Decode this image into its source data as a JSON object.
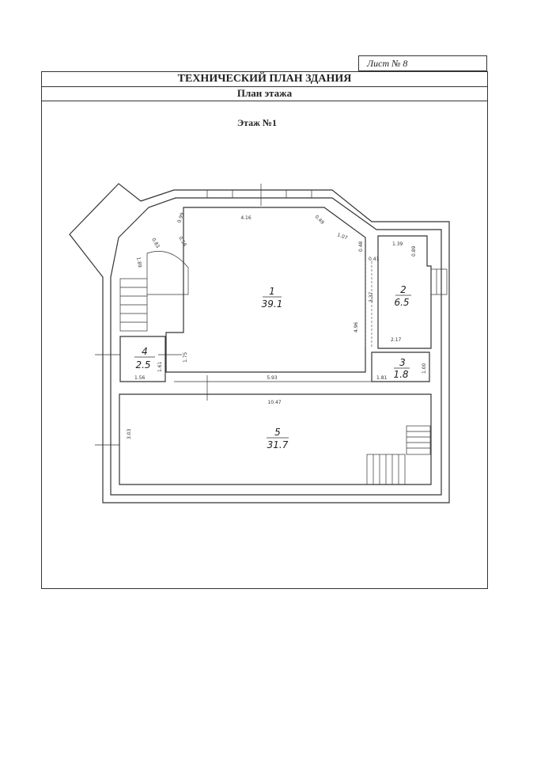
{
  "header": {
    "sheet_label": "Лист № 8",
    "title": "ТЕХНИЧЕСКИЙ ПЛАН ЗДАНИЯ",
    "subtitle": "План этажа"
  },
  "plan": {
    "floor_label": "Этаж №1",
    "rooms": [
      {
        "number": "1",
        "area": "39.1"
      },
      {
        "number": "2",
        "area": "6.5"
      },
      {
        "number": "3",
        "area": "1.8"
      },
      {
        "number": "4",
        "area": "2.5"
      },
      {
        "number": "5",
        "area": "31.7"
      }
    ],
    "dimensions": {
      "d416": "4.16",
      "d099": "0.99",
      "d058": "0.58",
      "d049": "0.49",
      "d107": "1.07",
      "d189": "1.89",
      "d083": "0.83",
      "d048": "0.48",
      "d041": "0.41",
      "d139": "1.39",
      "d089": "0.89",
      "d337": "3.37",
      "d496": "4.96",
      "d217": "2.17",
      "d175": "1.75",
      "d161": "1.61",
      "d156": "1.56",
      "d593": "5.93",
      "d181": "1.81",
      "d100": "1.00",
      "d1047": "10.47",
      "d303": "3.03"
    }
  }
}
